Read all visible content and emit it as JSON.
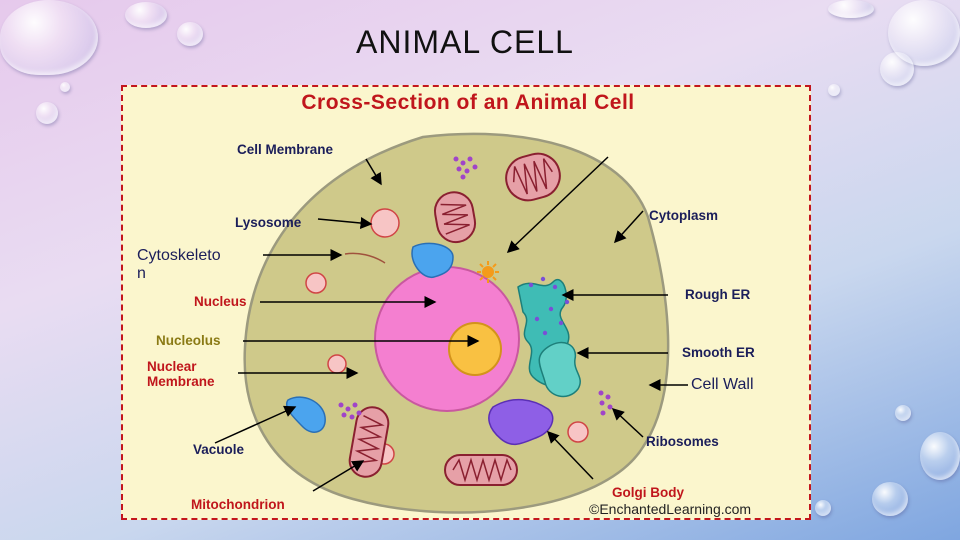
{
  "slide": {
    "title": "ANIMAL CELL"
  },
  "diagram": {
    "title": "Cross-Section of an Animal Cell",
    "labels": {
      "cell_membrane": "Cell Membrane",
      "lysosome": "Lysosome",
      "cytoskeleton": "Cytoskeleto\nn",
      "nucleus": "Nucleus",
      "nucleolus": "Nucleolus",
      "nuclear_membrane": "Nuclear\nMembrane",
      "vacuole": "Vacuole",
      "mitochondrion": "Mitochondrion",
      "cytoplasm": "Cytoplasm",
      "rough_er": "Rough ER",
      "smooth_er": "Smooth ER",
      "cell_wall": "Cell Wall",
      "ribosomes": "Ribosomes",
      "golgi_body": "Golgi Body"
    },
    "copyright": "©EnchantedLearning.com",
    "colors": {
      "border": "#c3161c",
      "panel": "#fbf6cd",
      "cytoplasm": "#cfc98a",
      "nucleus": "#f47fd0",
      "nucleolus": "#f9c142",
      "mitochondrion": "#e6a0a7",
      "vacuole": "#4ba4ee",
      "golgi": "#8e5fe6",
      "er": "#3fbcb5"
    }
  }
}
